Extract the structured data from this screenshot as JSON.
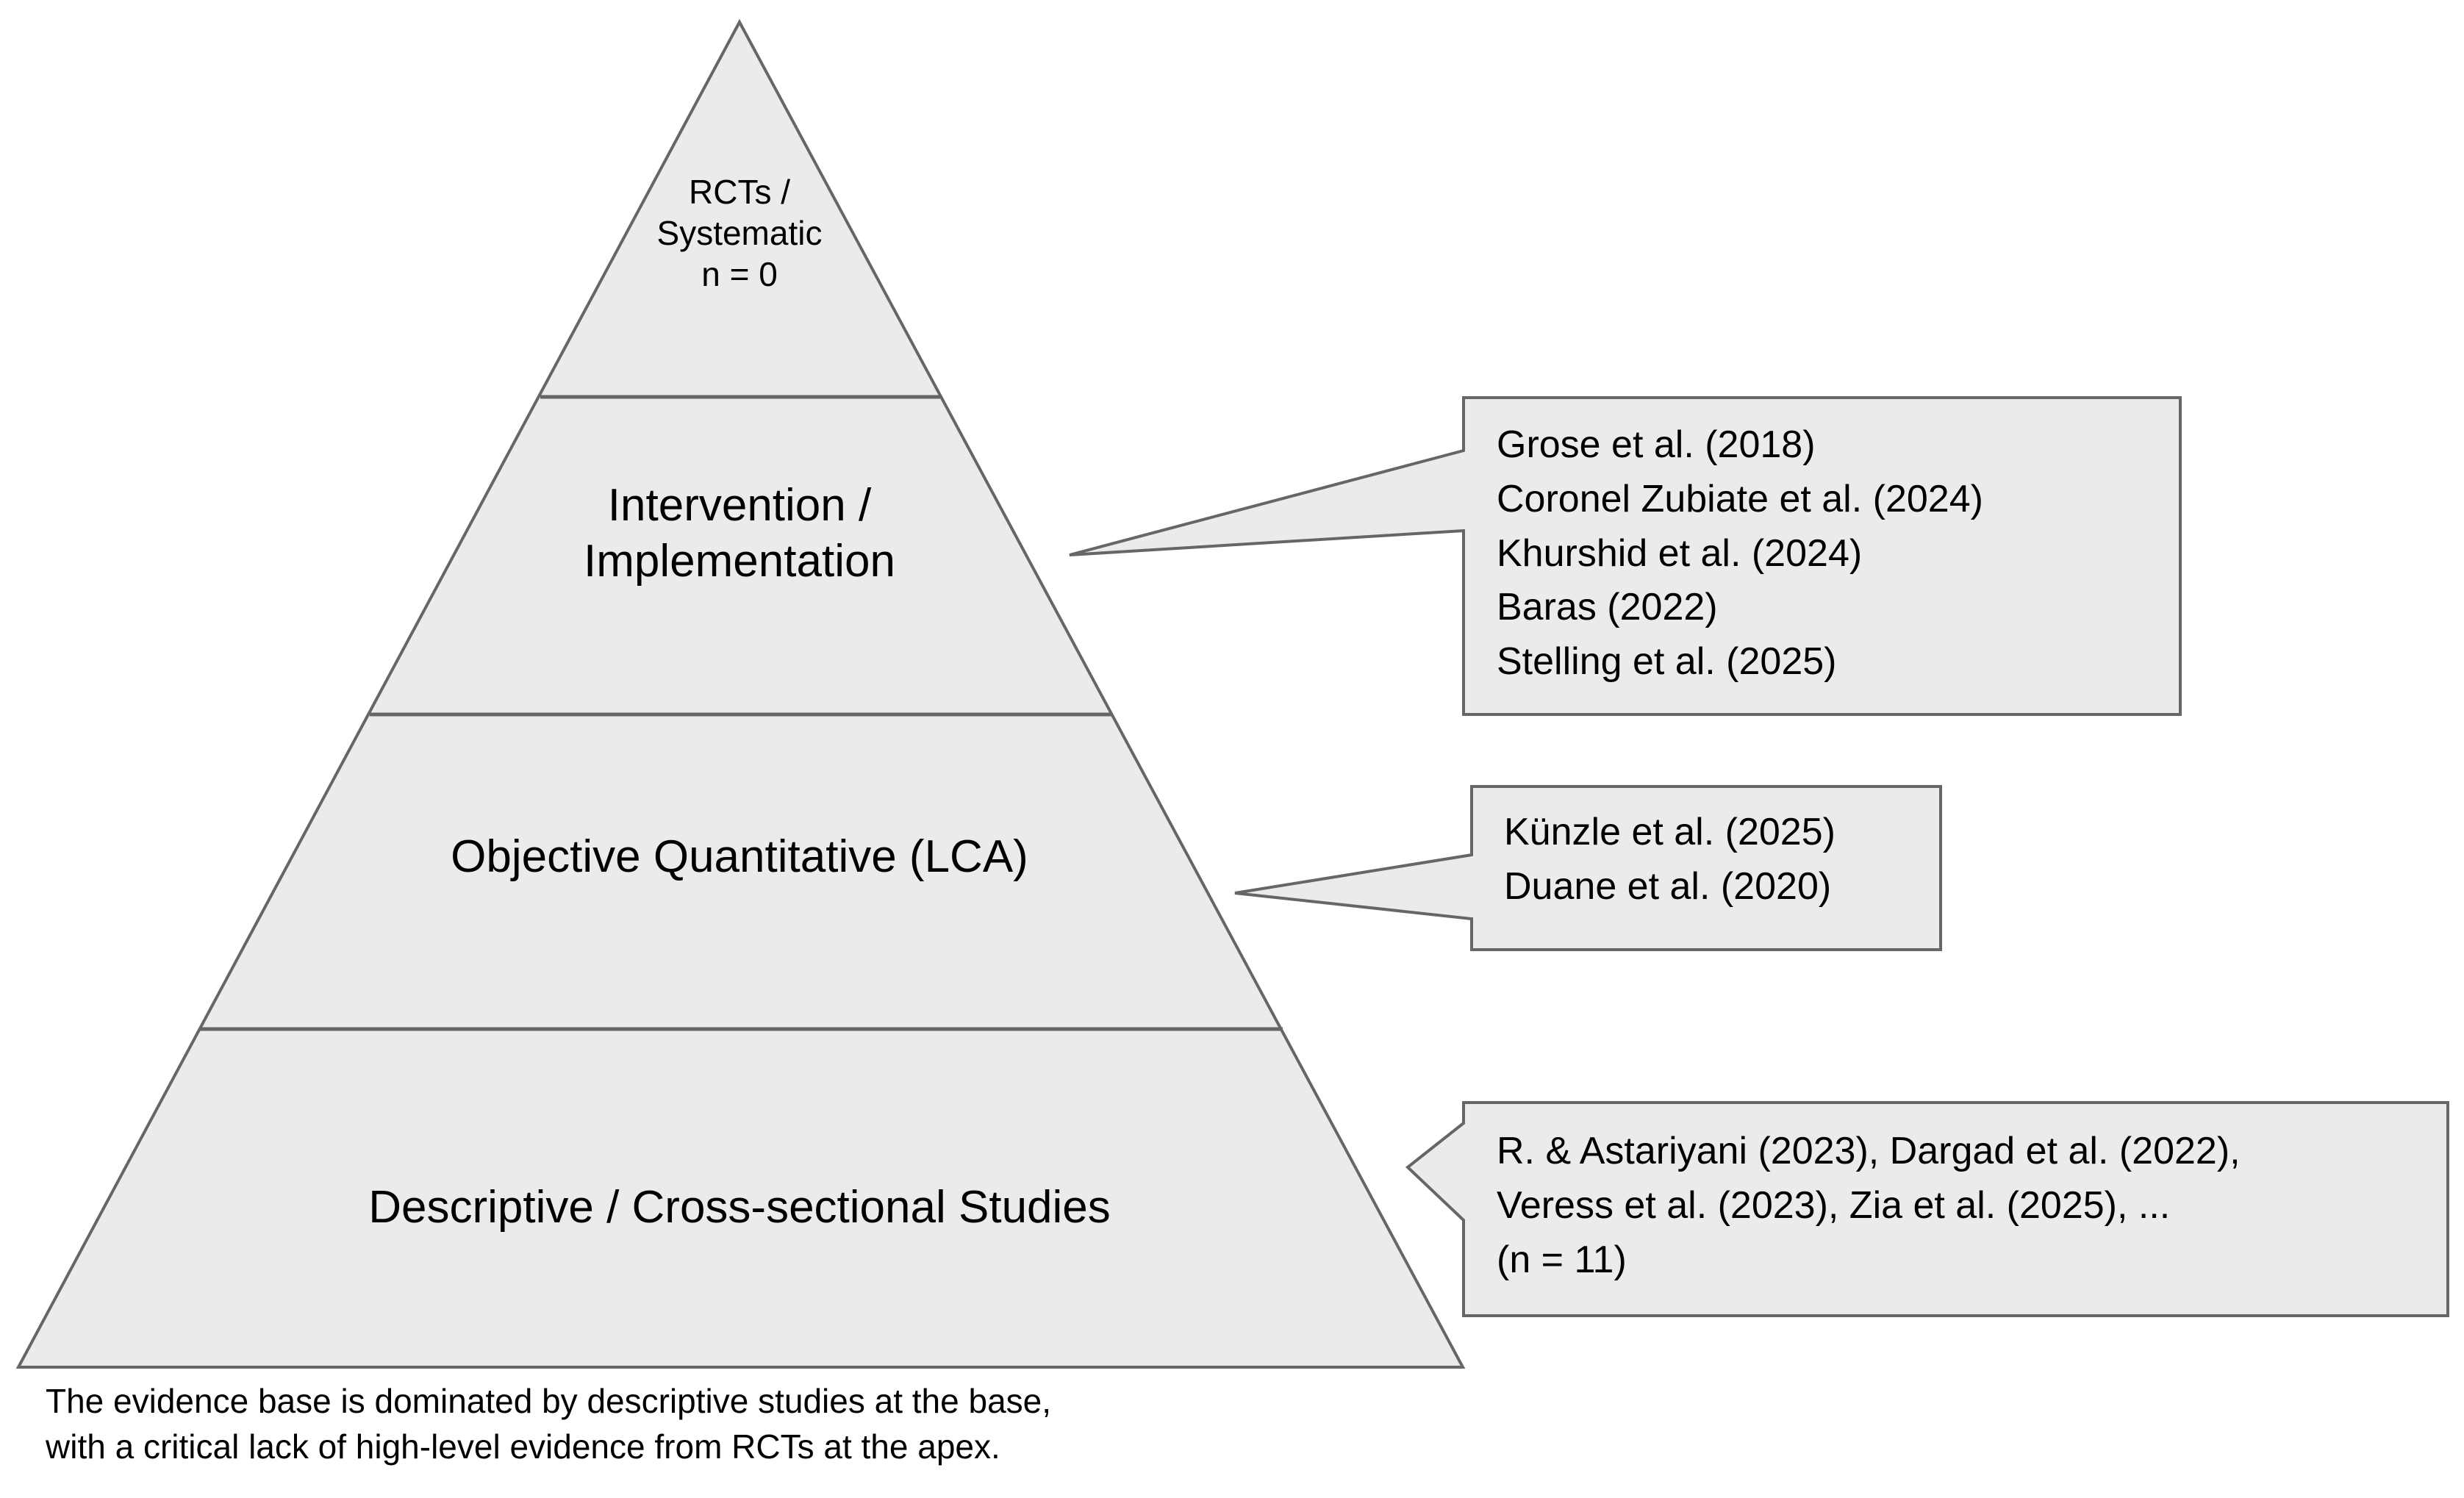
{
  "figure": {
    "type": "evidence-pyramid",
    "colors": {
      "shape_fill": "#ebebeb",
      "shape_stroke": "#666666",
      "text": "#000000",
      "background": "#ffffff"
    },
    "pyramid": {
      "tiers": [
        {
          "id": "apex",
          "label": "RCTs /\nSystematic\nn = 0",
          "lines": [
            "RCTs /",
            "Systematic",
            "n = 0"
          ],
          "count_label": "n = 0",
          "count": 0
        },
        {
          "id": "intervention",
          "label": "Intervention /\nImplementation",
          "lines": [
            "Intervention /",
            "Implementation"
          ]
        },
        {
          "id": "objective-quantitative",
          "label": "Objective Quantitative (LCA)",
          "lines": [
            "Objective Quantitative (LCA)"
          ]
        },
        {
          "id": "descriptive",
          "label": "Descriptive / Cross-sectional Studies",
          "lines": [
            "Descriptive / Cross-sectional Studies"
          ]
        }
      ]
    },
    "callouts": [
      {
        "id": "callout-intervention",
        "points_to": "intervention",
        "lines": [
          "Grose et al. (2018)",
          "Coronel Zubiate et al. (2024)",
          "Khurshid et al. (2024)",
          "Baras (2022)",
          "Stelling et al. (2025)"
        ]
      },
      {
        "id": "callout-objective-quantitative",
        "points_to": "objective-quantitative",
        "lines": [
          "Künzle et al. (2025)",
          "Duane et al. (2020)"
        ]
      },
      {
        "id": "callout-descriptive",
        "points_to": "descriptive",
        "lines": [
          "R. & Astariyani (2023), Dargad et al. (2022),",
          "Veress et al. (2023), Zia et al. (2025), ...",
          "(n = 11)"
        ],
        "count_label": "(n = 11)",
        "count": 11
      }
    ],
    "caption": {
      "lines": [
        "The evidence base is dominated by descriptive studies at the base,",
        "with a critical lack of high-level evidence from RCTs at the apex."
      ]
    }
  }
}
